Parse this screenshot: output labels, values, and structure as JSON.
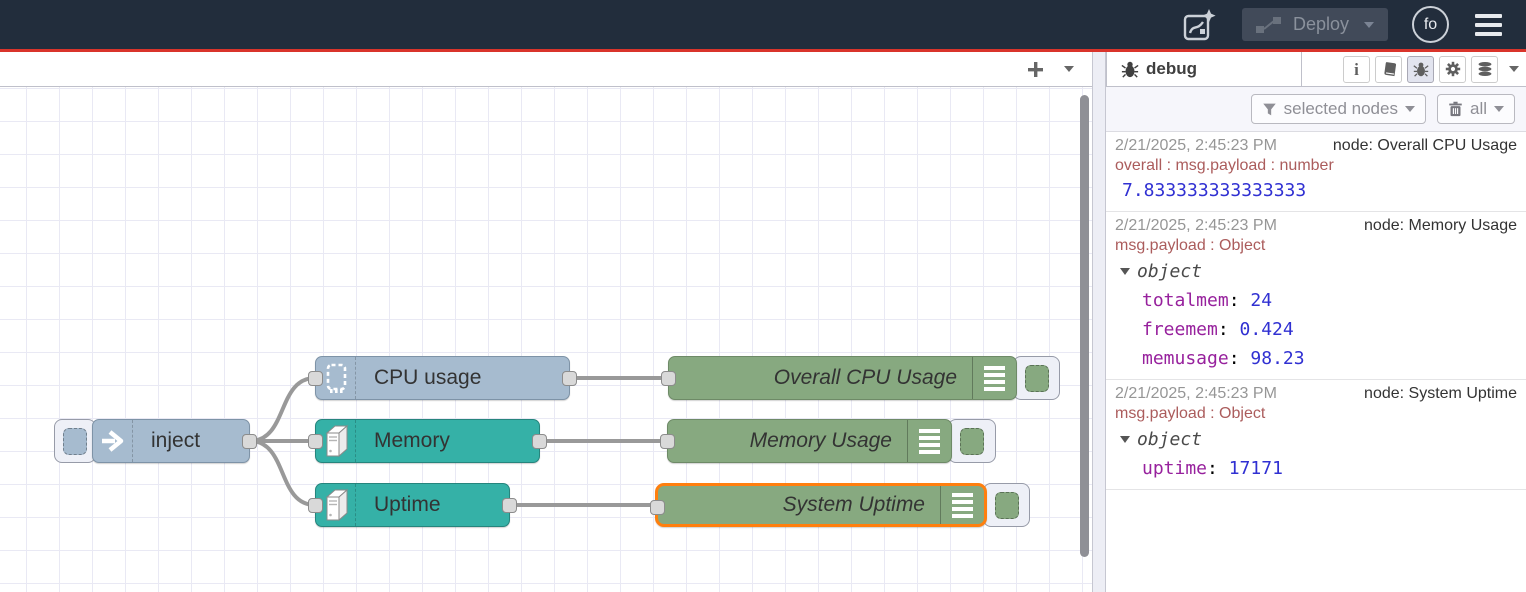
{
  "header": {
    "deploy": {
      "label": "Deploy"
    },
    "avatar": {
      "initials": "fo"
    }
  },
  "canvas": {
    "nodes": [
      {
        "id": "inject",
        "label": "inject",
        "type": "inject"
      },
      {
        "id": "cpu-usage",
        "label": "CPU usage",
        "type": "cpu"
      },
      {
        "id": "memory",
        "label": "Memory",
        "type": "os"
      },
      {
        "id": "uptime",
        "label": "Uptime",
        "type": "os"
      },
      {
        "id": "debug-cpu",
        "label": "Overall CPU Usage",
        "type": "debug"
      },
      {
        "id": "debug-memory",
        "label": "Memory Usage",
        "type": "debug"
      },
      {
        "id": "debug-uptime",
        "label": "System Uptime",
        "type": "debug",
        "selected": true
      }
    ]
  },
  "sidebar": {
    "tab_label": "debug",
    "filter_button": "selected nodes",
    "clear_button": "all",
    "colon": ":",
    "messages": [
      {
        "timestamp": "2/21/2025, 2:45:23 PM",
        "node": "node: Overall CPU Usage",
        "meta": "overall : msg.payload : number",
        "value": "7.833333333333333"
      },
      {
        "timestamp": "2/21/2025, 2:45:23 PM",
        "node": "node: Memory Usage",
        "meta": "msg.payload : Object",
        "object_label": "object",
        "entries": [
          {
            "key": "totalmem",
            "value": "24"
          },
          {
            "key": "freemem",
            "value": "0.424"
          },
          {
            "key": "memusage",
            "value": "98.23"
          }
        ]
      },
      {
        "timestamp": "2/21/2025, 2:45:23 PM",
        "node": "node: System Uptime",
        "meta": "msg.payload : Object",
        "object_label": "object",
        "entries": [
          {
            "key": "uptime",
            "value": "17171"
          }
        ]
      }
    ]
  },
  "colors": {
    "header_bg": "#222d3c",
    "deploy_alert_bar": "#d9342b",
    "node_inject": "#a6bbcf",
    "node_os": "#35b1a7",
    "node_debug": "#87a980",
    "selection_border": "#ff7f0e",
    "wire": "#999999",
    "debug_value_blue": "#3030d2",
    "debug_key_purple": "#97219d",
    "debug_meta_red": "#ab5c5c"
  }
}
